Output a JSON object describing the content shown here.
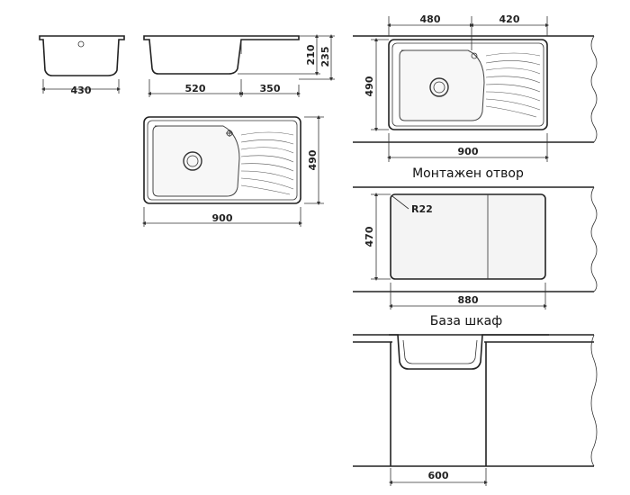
{
  "dimensions": {
    "front_width": "430",
    "side_bowl": "520",
    "side_drainer": "350",
    "side_depth_inner": "210",
    "side_depth_total": "235",
    "top_width": "900",
    "top_depth": "490",
    "install_bowl": "480",
    "install_drainer": "420",
    "install_depth": "490",
    "install_width": "900",
    "cutout_radius": "R22",
    "cutout_depth": "470",
    "cutout_width": "880",
    "cabinet_width": "600"
  },
  "captions": {
    "cutout": "Монтажен отвор",
    "cabinet": "База шкаф"
  }
}
